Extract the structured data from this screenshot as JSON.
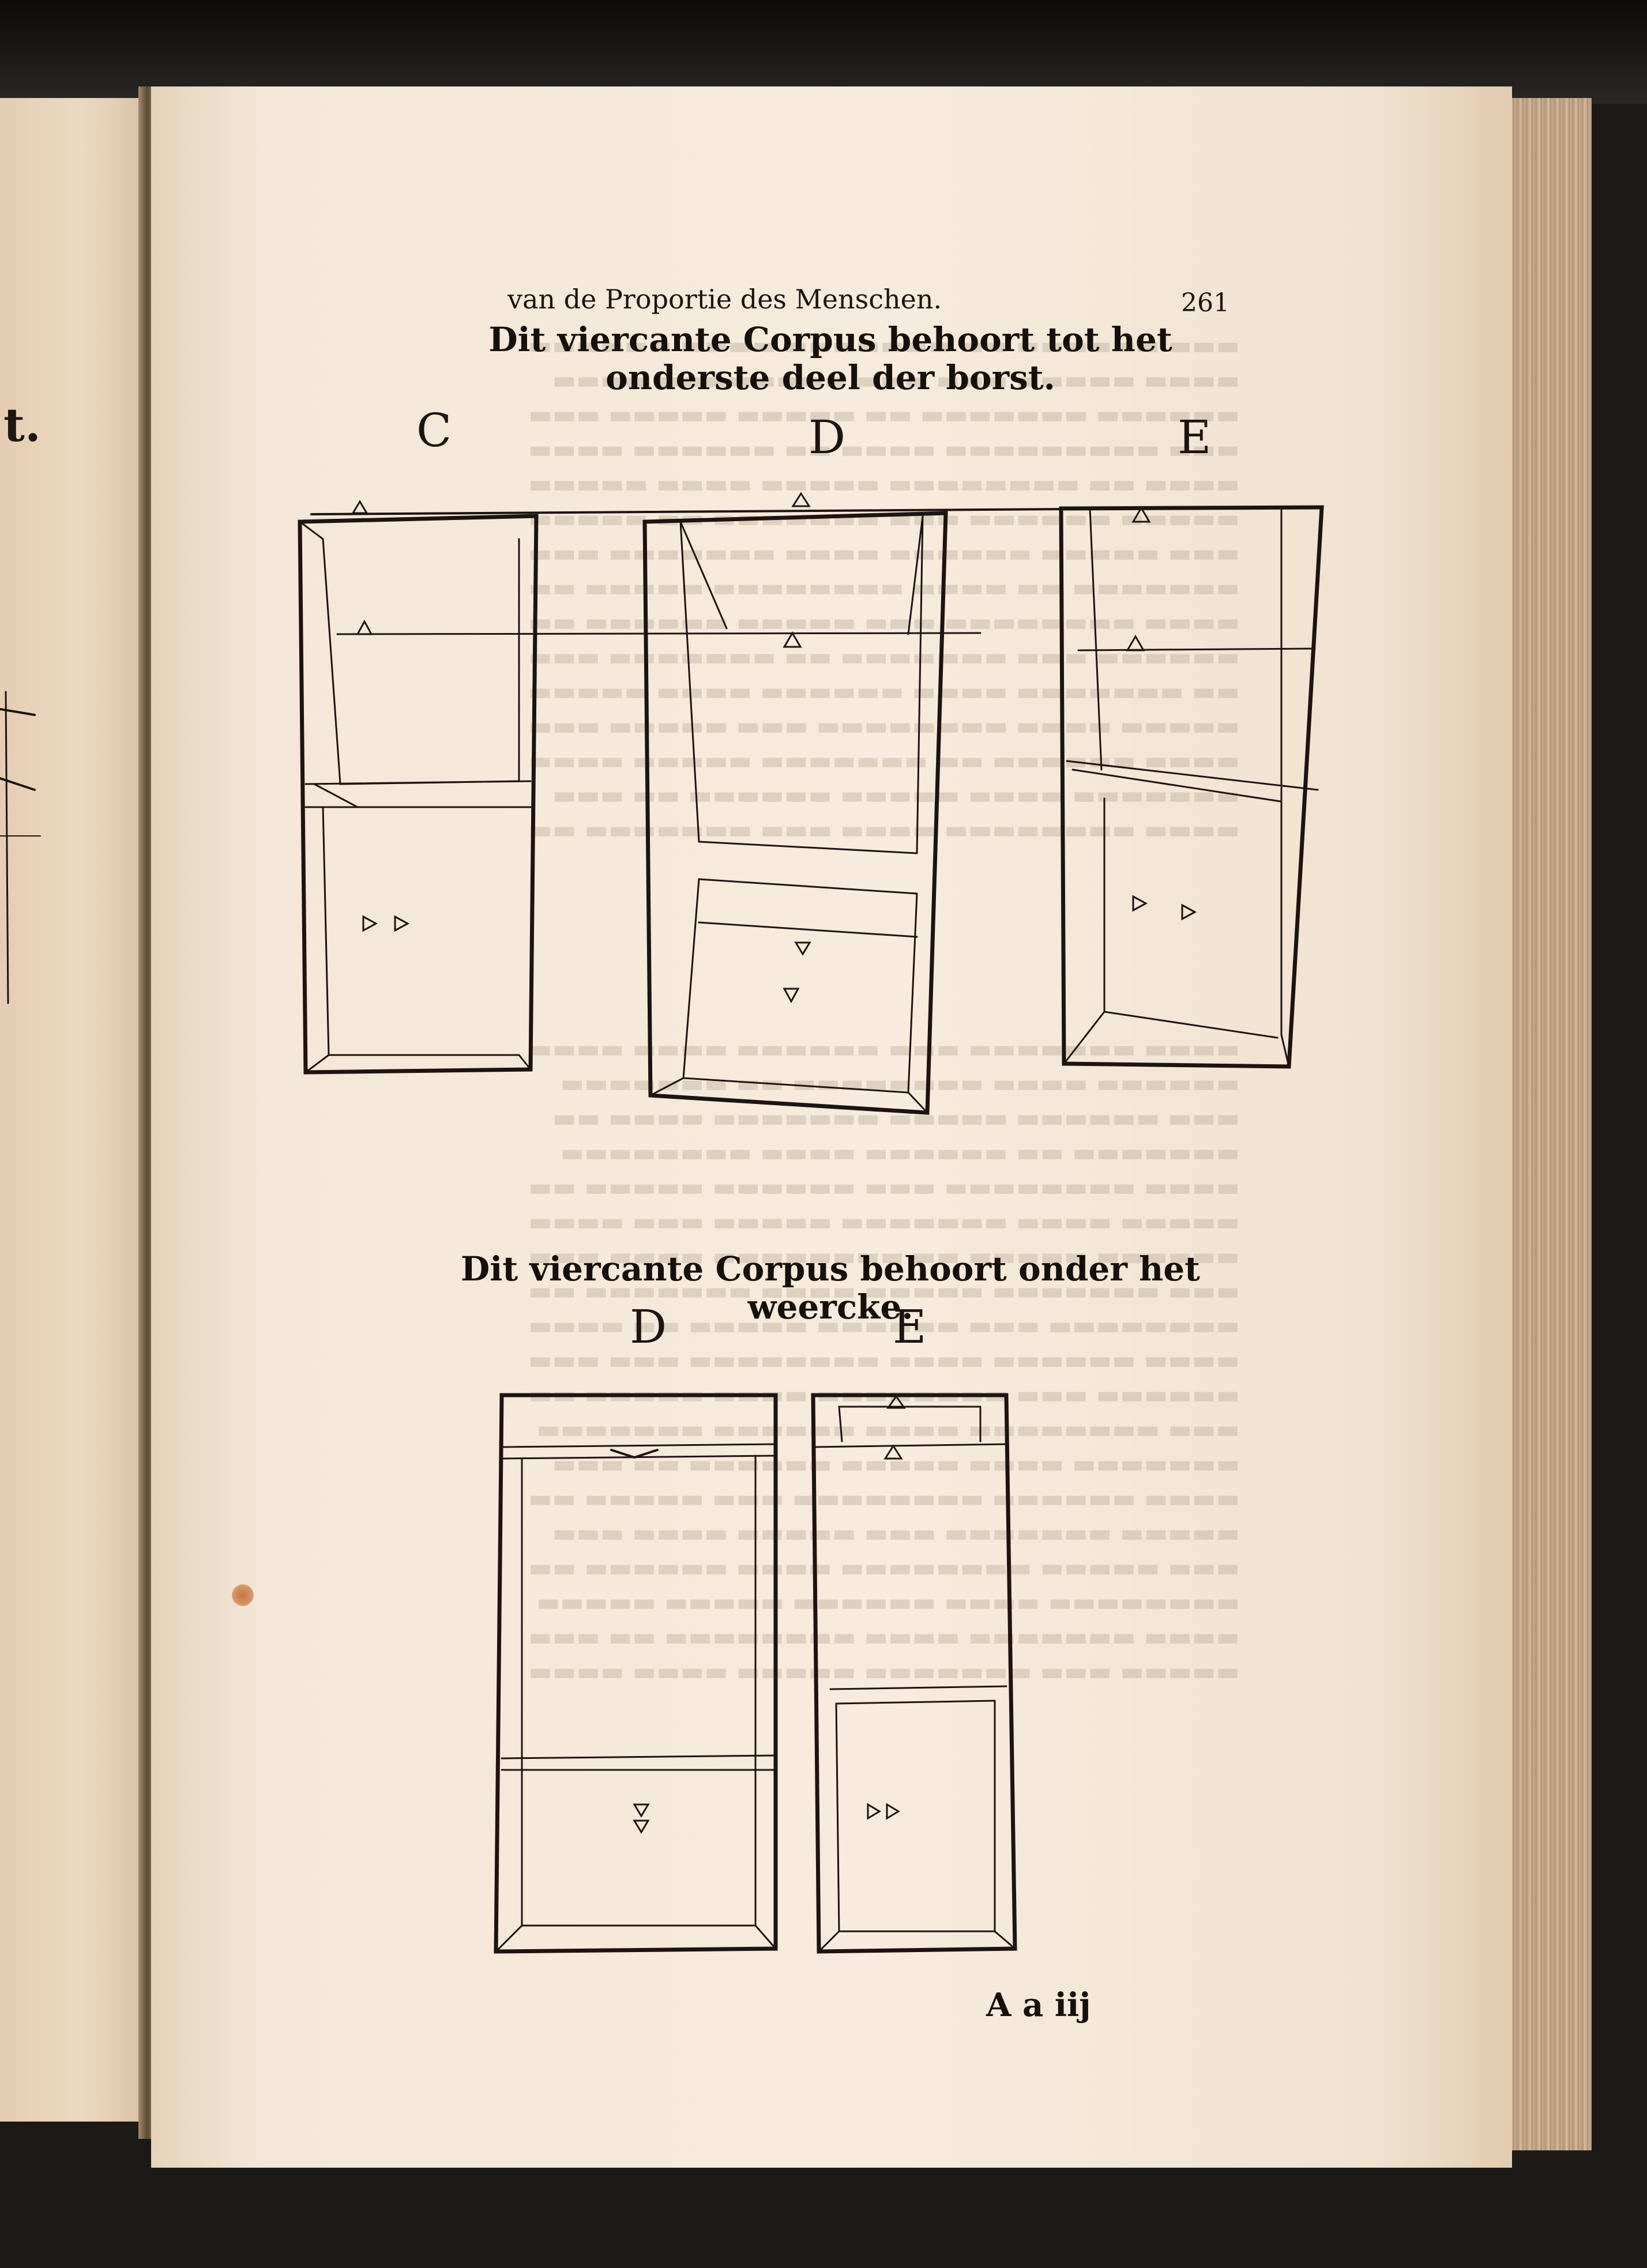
{
  "left_page": {
    "fragment": "t."
  },
  "header": {
    "running_title": "van de Proportie des Menschen.",
    "page_number": "261"
  },
  "figure_top": {
    "caption": "Dit viercante Corpus behoort tot het onderste deel der borst.",
    "letters": [
      "C",
      "D",
      "E"
    ]
  },
  "figure_bottom": {
    "caption": "Dit viercante Corpus behoort onder het weercke.",
    "letters": [
      "D",
      "E"
    ]
  },
  "footer": {
    "signature": "A a iij"
  },
  "colors": {
    "paper": "#f6ebdc",
    "ink": "#1b1410",
    "bleed": "#b9a894"
  }
}
